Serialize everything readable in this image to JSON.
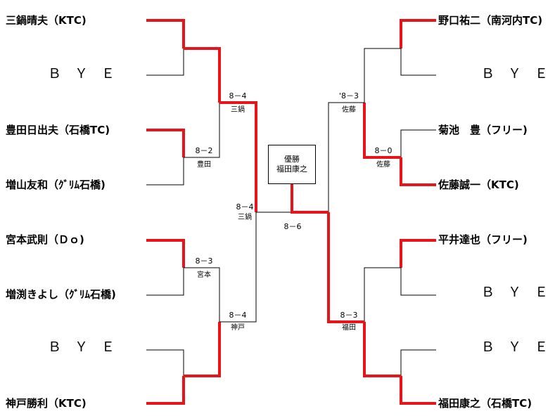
{
  "players_left": [
    {
      "name": "三鍋晴夫（KTC)",
      "bye": false
    },
    {
      "name": "ＢＹＥ",
      "bye": true
    },
    {
      "name": "豊田日出夫（石橋TC)",
      "bye": false
    },
    {
      "name": "増山友和（ｸﾞﾘﾑ石橋)",
      "bye": false
    },
    {
      "name": "宮本武則（Ｄｏ)",
      "bye": false
    },
    {
      "name": "増渕きよし（ｸﾞﾘﾑ石橋)",
      "bye": false
    },
    {
      "name": "ＢＹＥ",
      "bye": true
    },
    {
      "name": "神戸勝利（KTC)",
      "bye": false
    }
  ],
  "players_right": [
    {
      "name": "野口祐二（南河内TC)",
      "bye": false
    },
    {
      "name": "ＢＹＥ",
      "bye": true
    },
    {
      "name": "菊池　豊（フリー)",
      "bye": false
    },
    {
      "name": "佐藤誠一（KTC)",
      "bye": false
    },
    {
      "name": "平井達也（フリー)",
      "bye": false
    },
    {
      "name": "ＢＹＥ",
      "bye": true
    },
    {
      "name": "ＢＹＥ",
      "bye": true
    },
    {
      "name": "福田康之（石橋TC)",
      "bye": false
    }
  ],
  "results": {
    "left_r1_m2": {
      "score": "8－2",
      "winner": "豊田"
    },
    "left_r1_m3": {
      "score": "8－3",
      "winner": "宮本"
    },
    "left_r2_m1": {
      "score": "8－4",
      "winner": "三鍋"
    },
    "left_r2_m2": {
      "score": "8－4",
      "winner": "神戸"
    },
    "left_semi": {
      "score": "8－4",
      "winner": "三鍋"
    },
    "right_r1_m2": {
      "score": "8－0",
      "winner": "佐藤"
    },
    "right_r2_m1": {
      "score": "'8－3",
      "winner": "佐藤"
    },
    "right_r2_m2": {
      "score": "8－3",
      "winner": "福田"
    },
    "final": {
      "score": "8－6"
    }
  },
  "champion": {
    "label": "優勝",
    "name": "福田康之"
  },
  "colors": {
    "winner_line": "#e8141a",
    "loser_line": "#000000"
  }
}
